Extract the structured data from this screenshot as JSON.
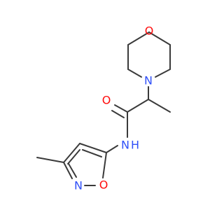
{
  "molecule": {
    "atoms": {
      "O_ring": {
        "label": "O",
        "color": "#ff0d0d"
      },
      "N_morph": {
        "label": "N",
        "color": "#3050f8"
      },
      "O_carbonyl": {
        "label": "O",
        "color": "#ff0d0d"
      },
      "N_amide": {
        "label": "N",
        "color": "#3050f8"
      },
      "H_amide": {
        "label": "H",
        "color": "#3050f8"
      },
      "N_isox": {
        "label": "N",
        "color": "#3050f8"
      },
      "O_isox": {
        "label": "O",
        "color": "#ff0d0d"
      }
    },
    "bond_color": "#3a3a3a"
  }
}
